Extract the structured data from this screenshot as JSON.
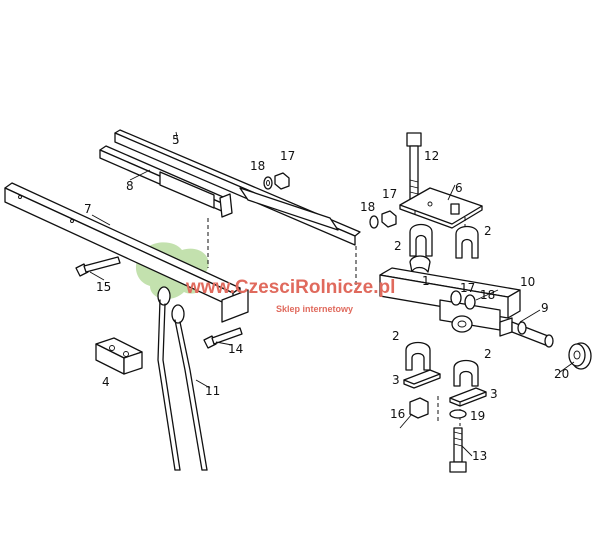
{
  "watermark": {
    "site": "www.CzesciRolnicze.pl",
    "tagline": "Sklep internetowy",
    "color": "#e06a5d",
    "leaf_color": "#b9dca0"
  },
  "parts": {
    "p1": "1",
    "p2a": "2",
    "p2b": "2",
    "p2c": "2",
    "p2d": "2",
    "p3a": "3",
    "p3b": "3",
    "p4": "4",
    "p5": "5",
    "p6": "6",
    "p7": "7",
    "p8": "8",
    "p9": "9",
    "p10": "10",
    "p11": "11",
    "p12": "12",
    "p13": "13",
    "p14": "14",
    "p15": "15",
    "p16": "16",
    "p17a": "17",
    "p17b": "17",
    "p17c": "17",
    "p18a": "18",
    "p18b": "18",
    "p18c": "18",
    "p19": "19",
    "p20": "20"
  }
}
